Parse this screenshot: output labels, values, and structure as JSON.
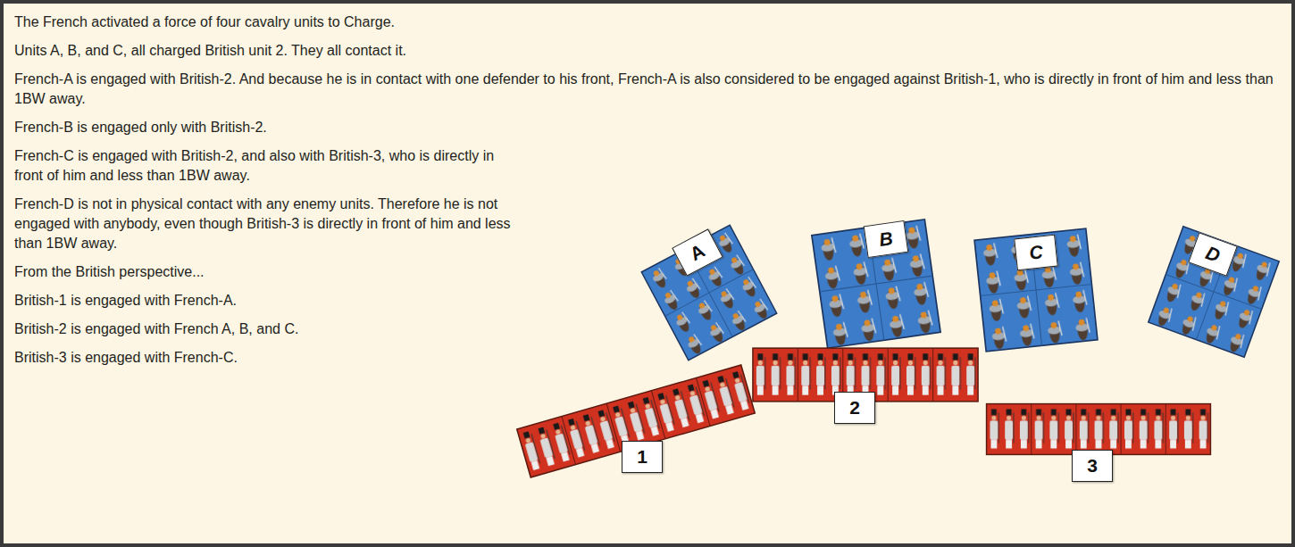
{
  "diagram": {
    "nodes": [
      {
        "text": [
          "A"
        ]
      },
      {
        "text": [
          "B"
        ]
      },
      {
        "text": [
          "C"
        ]
      },
      {
        "text": [
          "D"
        ]
      },
      {
        "text": [
          "1"
        ]
      },
      {
        "text": [
          "2"
        ]
      },
      {
        "text": [
          "3"
        ]
      }
    ],
    "labels": [
      "The French activated a force of four cavalry units to Charge.",
      "Units A, B, and C, all charged British unit 2. They all contact it.",
      "French-A is engaged with British-2. And because he is in contact with one defender to his front, French-A is also considered to be engaged against British-1, who is directly in front of him and less than 1BW away.",
      "French-B is engaged only with British-2.",
      "French-C is engaged with British-2, and also with British-3, who is directly in front of him and less than 1BW away.",
      "French-D is not in physical contact with any enemy units. Therefore he is not engaged with anybody, even though British-3 is directly in front of him and less than 1BW away.",
      "From the British perspective...",
      "British-1 is engaged with French-A.",
      "British-2 is engaged with French A, B, and C.",
      "British-3 is engaged with French-C."
    ]
  }
}
